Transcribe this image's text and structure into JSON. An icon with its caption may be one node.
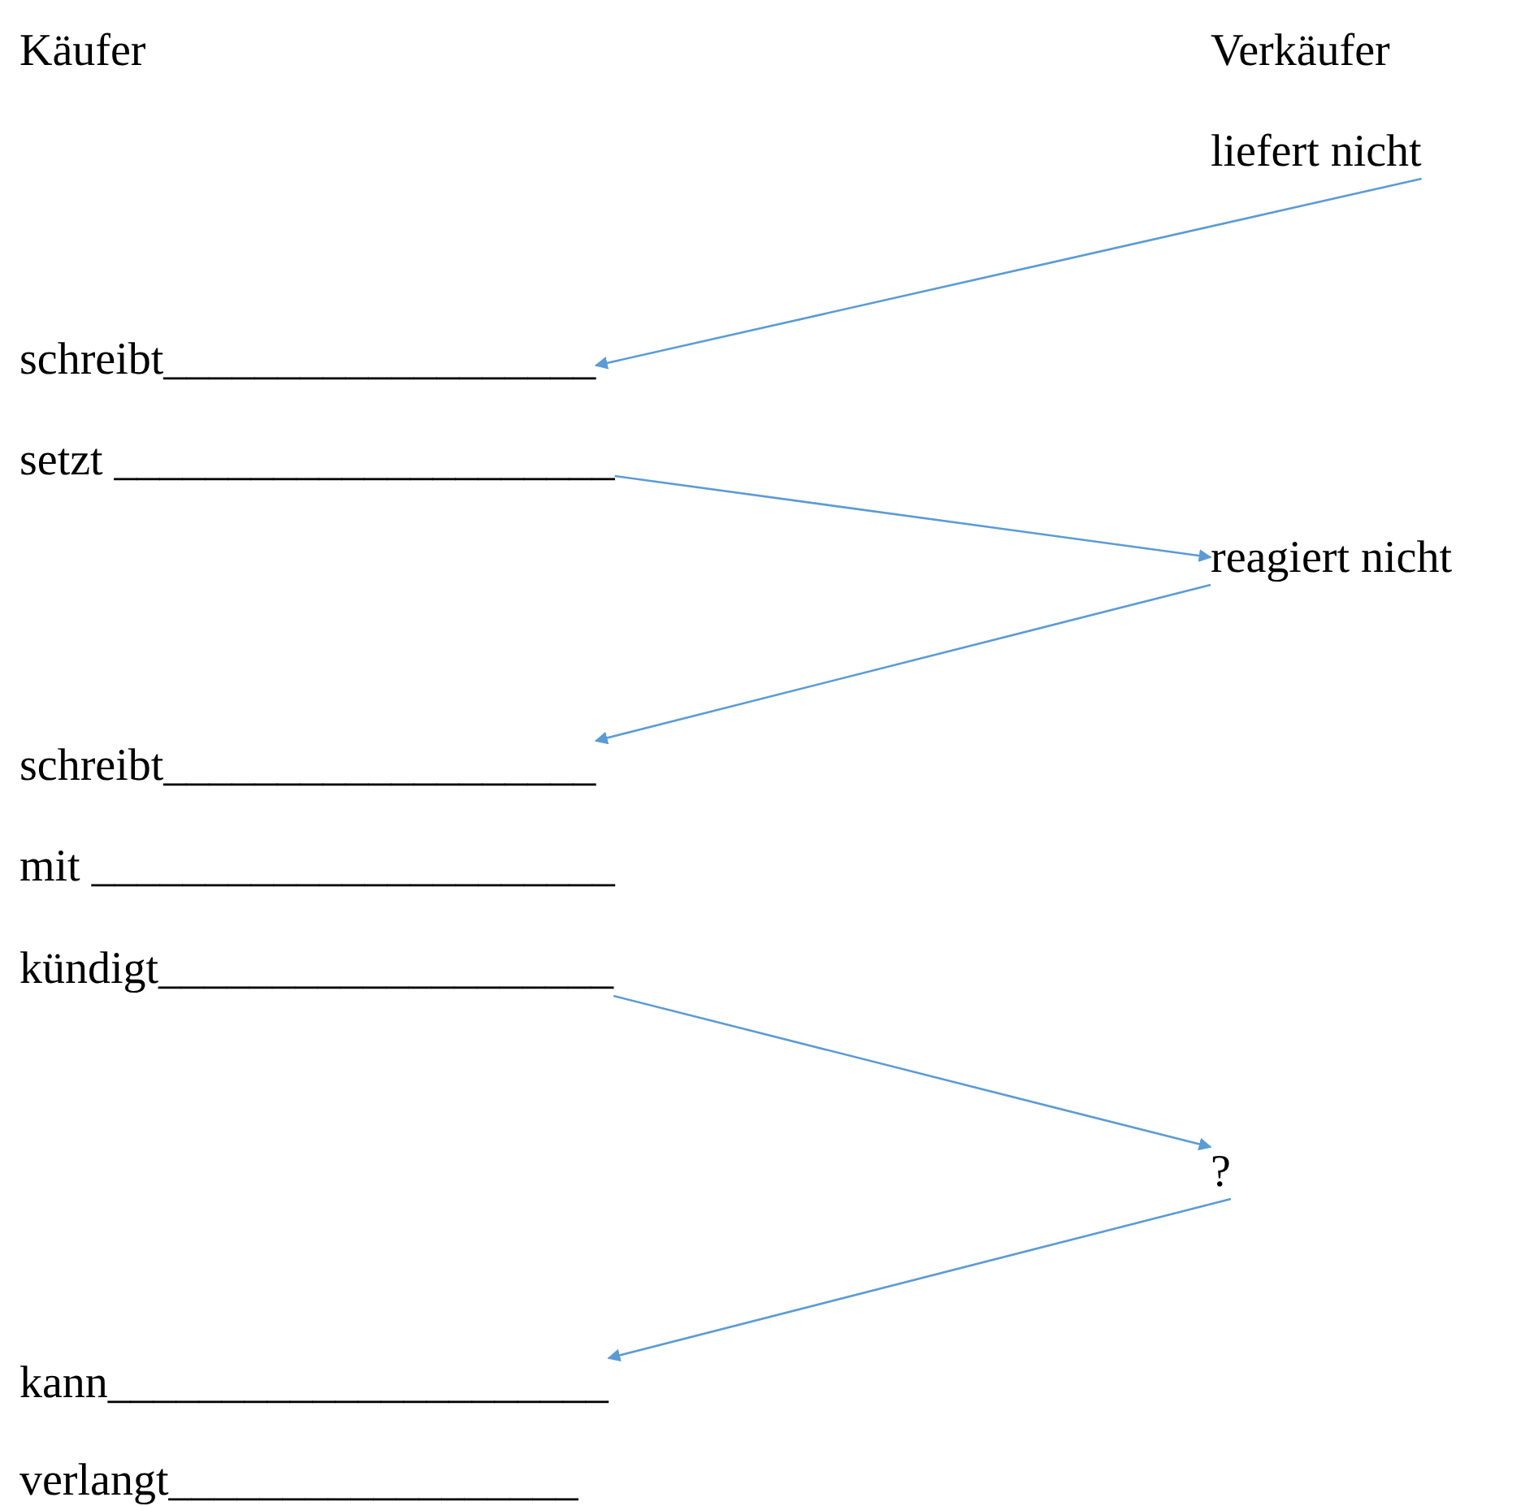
{
  "diagram": {
    "nodes": [
      {
        "text": [
          "liefert nicht"
        ]
      },
      {
        "text": [
          "schreibt___________________"
        ]
      },
      {
        "text": [
          "setzt ______________________"
        ]
      },
      {
        "text": [
          "reagiert nicht"
        ]
      },
      {
        "text": [
          "schreibt___________________"
        ]
      },
      {
        "text": [
          "kündigt____________________"
        ]
      },
      {
        "text": [
          "?"
        ]
      },
      {
        "text": [
          "kann______________________"
        ]
      }
    ],
    "edges": [
      {
        "from": 0,
        "to": 1,
        "arrow": "to"
      },
      {
        "from": 2,
        "to": 3,
        "arrow": "to"
      },
      {
        "from": 3,
        "to": 4,
        "arrow": "to"
      },
      {
        "from": 5,
        "to": 6,
        "arrow": "to"
      },
      {
        "from": 6,
        "to": 7,
        "arrow": "to"
      }
    ],
    "labels": [
      "Käufer",
      "Verkäufer",
      "mit _______________________",
      "verlangt__________________"
    ]
  }
}
